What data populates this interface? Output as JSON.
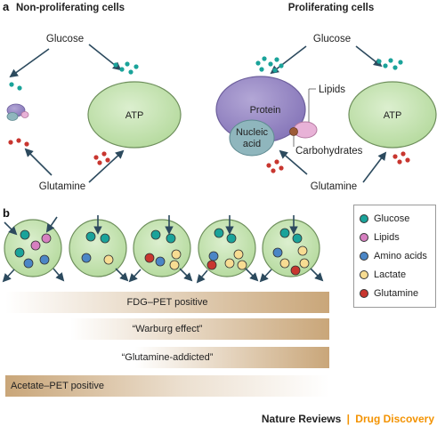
{
  "panel_a": {
    "letter": "a",
    "non_proliferating": {
      "title": "Non-proliferating cells",
      "glucose": "Glucose",
      "glutamine": "Glutamine",
      "atp": "ATP"
    },
    "proliferating": {
      "title": "Proliferating cells",
      "glucose": "Glucose",
      "glutamine": "Glutamine",
      "atp": "ATP",
      "protein": "Protein",
      "nucleic_line1": "Nucleic",
      "nucleic_line2": "acid",
      "lipids": "Lipids",
      "carbohydrates": "Carbohydrates"
    }
  },
  "panel_b": {
    "letter": "b",
    "legend": [
      {
        "label": "Glucose",
        "color": "#1aa39a"
      },
      {
        "label": "Lipids",
        "color": "#d67fc0"
      },
      {
        "label": "Amino acids",
        "color": "#4b86c6"
      },
      {
        "label": "Lactate",
        "color": "#f7dc92"
      },
      {
        "label": "Glutamine",
        "color": "#c8362f"
      }
    ],
    "bars": [
      {
        "label": "FDG–PET positive",
        "start": 0.0,
        "end": 1.0
      },
      {
        "label": "“Warburg effect”",
        "start": 0.2,
        "end": 1.0
      },
      {
        "label": "“Glutamine-addicted”",
        "start": 0.4,
        "end": 1.0
      },
      {
        "label": "Acetate–PET positive",
        "start": 0.0,
        "end": 1.0,
        "fade": "reverse"
      }
    ]
  },
  "credit": {
    "publisher": "Nature Reviews",
    "separator": "|",
    "journal": "Drug Discovery"
  },
  "colors": {
    "cell_green": "#c5e3b1",
    "cell_border": "#6e8f5c",
    "protein_purple": "#9b8cc4",
    "nucleic_teal": "#8fb6bd",
    "lipid_pink": "#e8b2d7",
    "carbohydrate_brown": "#9c5a36",
    "bar_tan": "#c9a679",
    "arrow": "#2c4a5e"
  }
}
